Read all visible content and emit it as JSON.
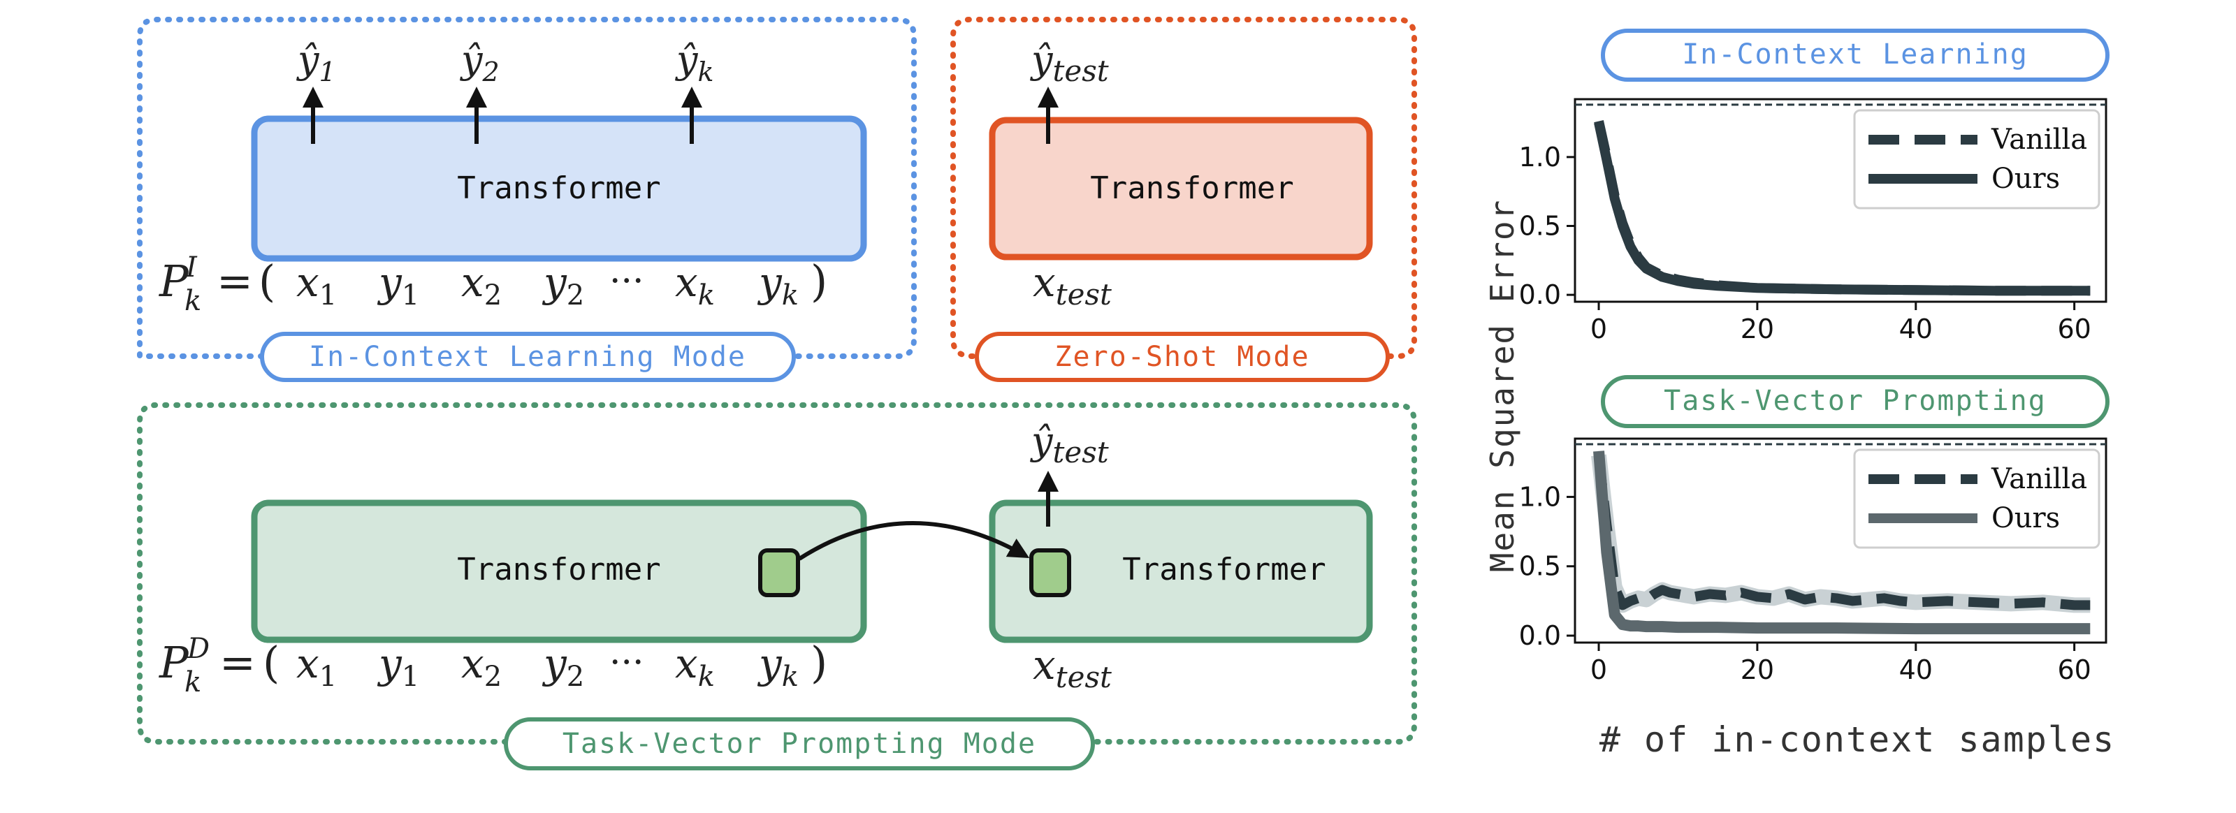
{
  "colors": {
    "icl_stroke": "#5b93e2",
    "icl_fill": "#d5e3f8",
    "zs_stroke": "#e05424",
    "zs_fill": "#f8d5cb",
    "tv_stroke": "#4e9670",
    "tv_fill": "#d5e7dc",
    "tv_vector_fill": "#a0cc8c",
    "series_dark": "#2b3b42",
    "series_light": "#bcc6c9",
    "text": "#222222"
  },
  "icl_panel": {
    "mode_label": "In-Context Learning Mode",
    "transformer_label": "Transformer",
    "outputs": [
      {
        "base": "ŷ",
        "sub": "1"
      },
      {
        "base": "ŷ",
        "sub": "2"
      },
      {
        "base": "ŷ",
        "sub": "k"
      }
    ],
    "prompt": {
      "symbol": "P",
      "sup": "I",
      "sub": "k",
      "equals": "=",
      "open": "(",
      "close": ")",
      "ellipsis": "···",
      "tokens": [
        {
          "base": "x",
          "sub": "1"
        },
        {
          "base": "y",
          "sub": "1"
        },
        {
          "base": "x",
          "sub": "2"
        },
        {
          "base": "y",
          "sub": "2"
        },
        {
          "base": "x",
          "sub": "k"
        },
        {
          "base": "y",
          "sub": "k"
        }
      ]
    }
  },
  "zs_panel": {
    "mode_label": "Zero-Shot Mode",
    "transformer_label": "Transformer",
    "output": {
      "base": "ŷ",
      "sub": "test"
    },
    "input": {
      "base": "x",
      "sub": "test"
    }
  },
  "tv_panel": {
    "mode_label": "Task-Vector Prompting Mode",
    "transformer_label_left": "Transformer",
    "transformer_label_right": "Transformer",
    "output": {
      "base": "ŷ",
      "sub": "test"
    },
    "input": {
      "base": "x",
      "sub": "test"
    },
    "prompt": {
      "symbol": "P",
      "sup": "D",
      "sub": "k",
      "equals": "=",
      "open": "(",
      "close": ")",
      "ellipsis": "···",
      "tokens": [
        {
          "base": "x",
          "sub": "1"
        },
        {
          "base": "y",
          "sub": "1"
        },
        {
          "base": "x",
          "sub": "2"
        },
        {
          "base": "y",
          "sub": "2"
        },
        {
          "base": "x",
          "sub": "k"
        },
        {
          "base": "y",
          "sub": "k"
        }
      ]
    }
  },
  "charts": {
    "ylabel": "Mean Squared Error",
    "xlabel": "# of in-context samples"
  },
  "chart_data": [
    {
      "type": "line",
      "title": "In-Context Learning",
      "xlim": [
        -3,
        64
      ],
      "ylim": [
        -0.05,
        1.42
      ],
      "xticks": [
        0,
        20,
        40,
        60
      ],
      "yticks": [
        0.0,
        0.5,
        1.0
      ],
      "ytick_labels": [
        "0.0",
        "0.5",
        "1.0"
      ],
      "grid": false,
      "legend_position": "top-right",
      "baseline": 1.38,
      "series": [
        {
          "name": "Vanilla",
          "style": "dashed",
          "x": [
            0,
            1,
            2,
            3,
            4,
            5,
            6,
            8,
            10,
            12,
            15,
            20,
            25,
            30,
            40,
            50,
            62
          ],
          "y": [
            1.26,
            1.0,
            0.72,
            0.52,
            0.37,
            0.27,
            0.2,
            0.14,
            0.11,
            0.09,
            0.07,
            0.05,
            0.045,
            0.04,
            0.035,
            0.03,
            0.03
          ]
        },
        {
          "name": "Ours",
          "style": "solid",
          "x": [
            0,
            1,
            2,
            3,
            4,
            5,
            6,
            8,
            10,
            12,
            15,
            20,
            25,
            30,
            40,
            50,
            62
          ],
          "y": [
            1.25,
            0.98,
            0.7,
            0.5,
            0.35,
            0.25,
            0.19,
            0.13,
            0.1,
            0.08,
            0.065,
            0.05,
            0.045,
            0.04,
            0.035,
            0.03,
            0.03
          ]
        }
      ]
    },
    {
      "type": "line",
      "title": "Task-Vector Prompting",
      "xlim": [
        -3,
        64
      ],
      "ylim": [
        -0.05,
        1.42
      ],
      "xticks": [
        0,
        20,
        40,
        60
      ],
      "yticks": [
        0.0,
        0.5,
        1.0
      ],
      "ytick_labels": [
        "0.0",
        "0.5",
        "1.0"
      ],
      "grid": false,
      "legend_position": "top-right",
      "baseline": 1.38,
      "series": [
        {
          "name": "Vanilla",
          "style": "dashed",
          "x": [
            0,
            1,
            2,
            3,
            4,
            5,
            6,
            7,
            8,
            9,
            10,
            12,
            14,
            16,
            18,
            20,
            22,
            24,
            26,
            28,
            30,
            32,
            34,
            36,
            38,
            40,
            44,
            48,
            52,
            56,
            60,
            62
          ],
          "y": [
            1.3,
            0.8,
            0.35,
            0.22,
            0.25,
            0.27,
            0.26,
            0.3,
            0.33,
            0.31,
            0.3,
            0.28,
            0.3,
            0.29,
            0.31,
            0.28,
            0.27,
            0.3,
            0.26,
            0.28,
            0.27,
            0.25,
            0.26,
            0.27,
            0.25,
            0.24,
            0.25,
            0.24,
            0.23,
            0.24,
            0.22,
            0.22
          ]
        },
        {
          "name": "Ours",
          "style": "solid",
          "x": [
            0,
            1,
            2,
            3,
            4,
            5,
            6,
            8,
            10,
            15,
            20,
            30,
            40,
            50,
            62
          ],
          "y": [
            1.33,
            0.6,
            0.15,
            0.08,
            0.07,
            0.07,
            0.065,
            0.065,
            0.06,
            0.06,
            0.055,
            0.055,
            0.05,
            0.05,
            0.05
          ]
        }
      ]
    }
  ]
}
